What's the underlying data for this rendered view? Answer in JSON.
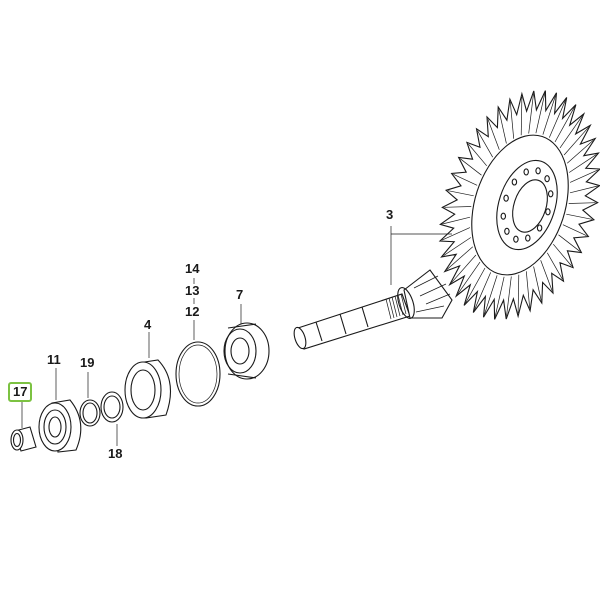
{
  "diagram": {
    "accent_color": "#7cc242",
    "line_color": "#1a1a1a",
    "highlighted_part": "17",
    "callouts": [
      {
        "id": "3",
        "label": "3"
      },
      {
        "id": "4",
        "label": "4"
      },
      {
        "id": "7",
        "label": "7"
      },
      {
        "id": "11",
        "label": "11"
      },
      {
        "id": "12",
        "label": "12"
      },
      {
        "id": "13",
        "label": "13"
      },
      {
        "id": "14",
        "label": "14"
      },
      {
        "id": "17",
        "label": "17"
      },
      {
        "id": "18",
        "label": "18"
      },
      {
        "id": "19",
        "label": "19"
      }
    ]
  }
}
